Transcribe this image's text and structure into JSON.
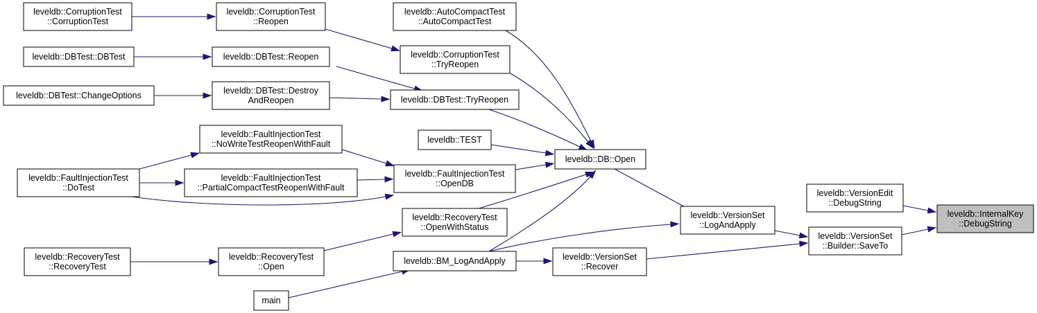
{
  "graph": {
    "nodes": [
      {
        "id": "n_root",
        "lines": [
          "leveldb::InternalKey",
          "::DebugString"
        ],
        "highlight": true
      },
      {
        "id": "n_ve",
        "lines": [
          "leveldb::VersionEdit",
          "::DebugString"
        ]
      },
      {
        "id": "n_vsb",
        "lines": [
          "leveldb::VersionSet",
          "::Builder::SaveTo"
        ]
      },
      {
        "id": "n_vsl",
        "lines": [
          "leveldb::VersionSet",
          "::LogAndApply"
        ]
      },
      {
        "id": "n_vsr",
        "lines": [
          "leveldb::VersionSet",
          "::Recover"
        ]
      },
      {
        "id": "n_open",
        "lines": [
          "leveldb::DB::Open"
        ]
      },
      {
        "id": "n_bm",
        "lines": [
          "leveldb::BM_LogAndApply"
        ]
      },
      {
        "id": "n_main",
        "lines": [
          "main"
        ]
      },
      {
        "id": "n_act",
        "lines": [
          "leveldb::AutoCompactTest",
          "::AutoCompactTest"
        ]
      },
      {
        "id": "n_ctr",
        "lines": [
          "leveldb::CorruptionTest",
          "::TryReopen"
        ]
      },
      {
        "id": "n_dbtr",
        "lines": [
          "leveldb::DBTest::TryReopen"
        ]
      },
      {
        "id": "n_test",
        "lines": [
          "leveldb::TEST"
        ]
      },
      {
        "id": "n_fiod",
        "lines": [
          "leveldb::FaultInjectionTest",
          "::OpenDB"
        ]
      },
      {
        "id": "n_rtows",
        "lines": [
          "leveldb::RecoveryTest",
          "::OpenWithStatus"
        ]
      },
      {
        "id": "n_ctc",
        "lines": [
          "leveldb::CorruptionTest",
          "::CorruptionTest"
        ]
      },
      {
        "id": "n_ctreo",
        "lines": [
          "leveldb::CorruptionTest",
          "::Reopen"
        ]
      },
      {
        "id": "n_dbtdb",
        "lines": [
          "leveldb::DBTest::DBTest"
        ]
      },
      {
        "id": "n_dbtre",
        "lines": [
          "leveldb::DBTest::Reopen"
        ]
      },
      {
        "id": "n_dbtco",
        "lines": [
          "leveldb::DBTest::ChangeOptions"
        ]
      },
      {
        "id": "n_dbtdr",
        "lines": [
          "leveldb::DBTest::Destroy",
          "AndReopen"
        ]
      },
      {
        "id": "n_finw",
        "lines": [
          "leveldb::FaultInjectionTest",
          "::NoWriteTestReopenWithFault"
        ]
      },
      {
        "id": "n_fidt",
        "lines": [
          "leveldb::FaultInjectionTest",
          "::DoTest"
        ]
      },
      {
        "id": "n_fipc",
        "lines": [
          "leveldb::FaultInjectionTest",
          "::PartialCompactTestReopenWithFault"
        ]
      },
      {
        "id": "n_rtrt",
        "lines": [
          "leveldb::RecoveryTest",
          "::RecoveryTest"
        ]
      },
      {
        "id": "n_rto",
        "lines": [
          "leveldb::RecoveryTest",
          "::Open"
        ]
      }
    ],
    "edges": [
      {
        "from": "n_ve",
        "to": "n_root"
      },
      {
        "from": "n_vsb",
        "to": "n_root"
      },
      {
        "from": "n_vsl",
        "to": "n_vsb"
      },
      {
        "from": "n_vsr",
        "to": "n_vsb"
      },
      {
        "from": "n_open",
        "to": "n_vsl"
      },
      {
        "from": "n_bm",
        "to": "n_vsl"
      },
      {
        "from": "n_bm",
        "to": "n_vsr"
      },
      {
        "from": "n_act",
        "to": "n_open"
      },
      {
        "from": "n_ctr",
        "to": "n_open"
      },
      {
        "from": "n_dbtr",
        "to": "n_open"
      },
      {
        "from": "n_test",
        "to": "n_open"
      },
      {
        "from": "n_fiod",
        "to": "n_open"
      },
      {
        "from": "n_rtows",
        "to": "n_open"
      },
      {
        "from": "n_bm",
        "to": "n_open"
      },
      {
        "from": "n_main",
        "to": "n_bm"
      },
      {
        "from": "n_ctreo",
        "to": "n_ctr"
      },
      {
        "from": "n_ctc",
        "to": "n_ctreo"
      },
      {
        "from": "n_dbtre",
        "to": "n_dbtr"
      },
      {
        "from": "n_dbtdr",
        "to": "n_dbtr"
      },
      {
        "from": "n_dbtdb",
        "to": "n_dbtre"
      },
      {
        "from": "n_dbtco",
        "to": "n_dbtdr"
      },
      {
        "from": "n_finw",
        "to": "n_fiod"
      },
      {
        "from": "n_fipc",
        "to": "n_fiod"
      },
      {
        "from": "n_fidt",
        "to": "n_fiod"
      },
      {
        "from": "n_fidt",
        "to": "n_finw"
      },
      {
        "from": "n_fidt",
        "to": "n_fipc"
      },
      {
        "from": "n_rto",
        "to": "n_rtows"
      },
      {
        "from": "n_rtrt",
        "to": "n_rto"
      }
    ]
  }
}
